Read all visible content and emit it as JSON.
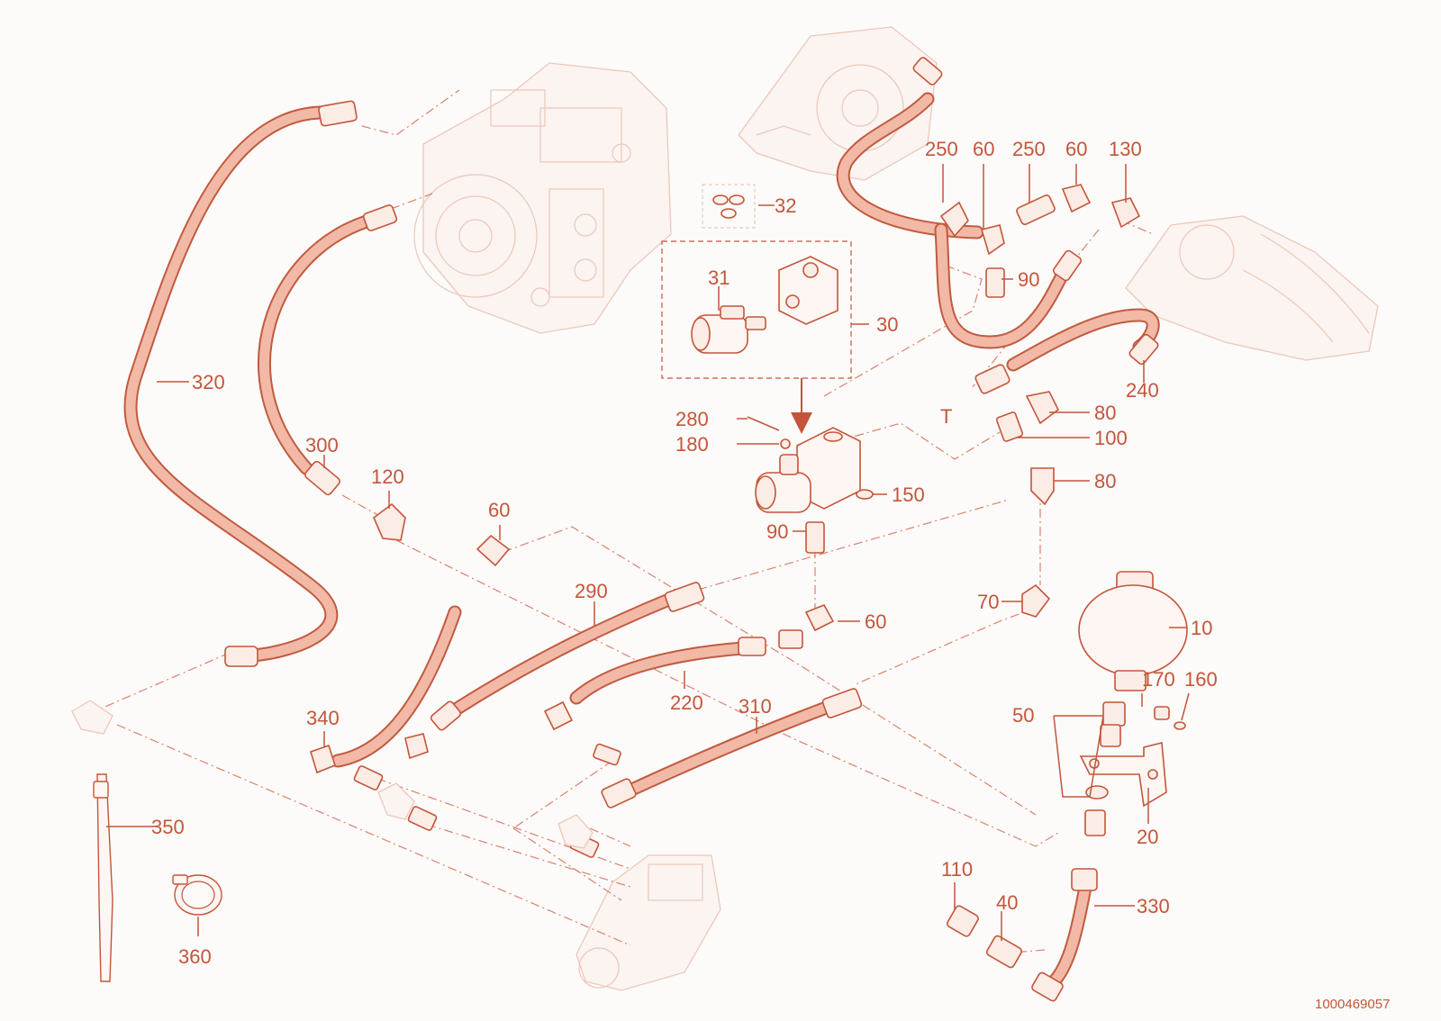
{
  "document_number": "1000469057",
  "port_label": "T",
  "labels": [
    "320",
    "300",
    "120",
    "60",
    "340",
    "350",
    "360",
    "290",
    "220",
    "310",
    "32",
    "31",
    "30",
    "250",
    "60",
    "250",
    "60",
    "130",
    "90",
    "240",
    "80",
    "100",
    "80",
    "70",
    "10",
    "170",
    "160",
    "50",
    "20",
    "110",
    "40",
    "330",
    "280",
    "180",
    "150",
    "90",
    "60"
  ],
  "colors": {
    "accent": "#c4553a",
    "hose_fill": "#f1b9a6",
    "ghost": "#ecc7bb",
    "background": "#fcfbf9"
  }
}
